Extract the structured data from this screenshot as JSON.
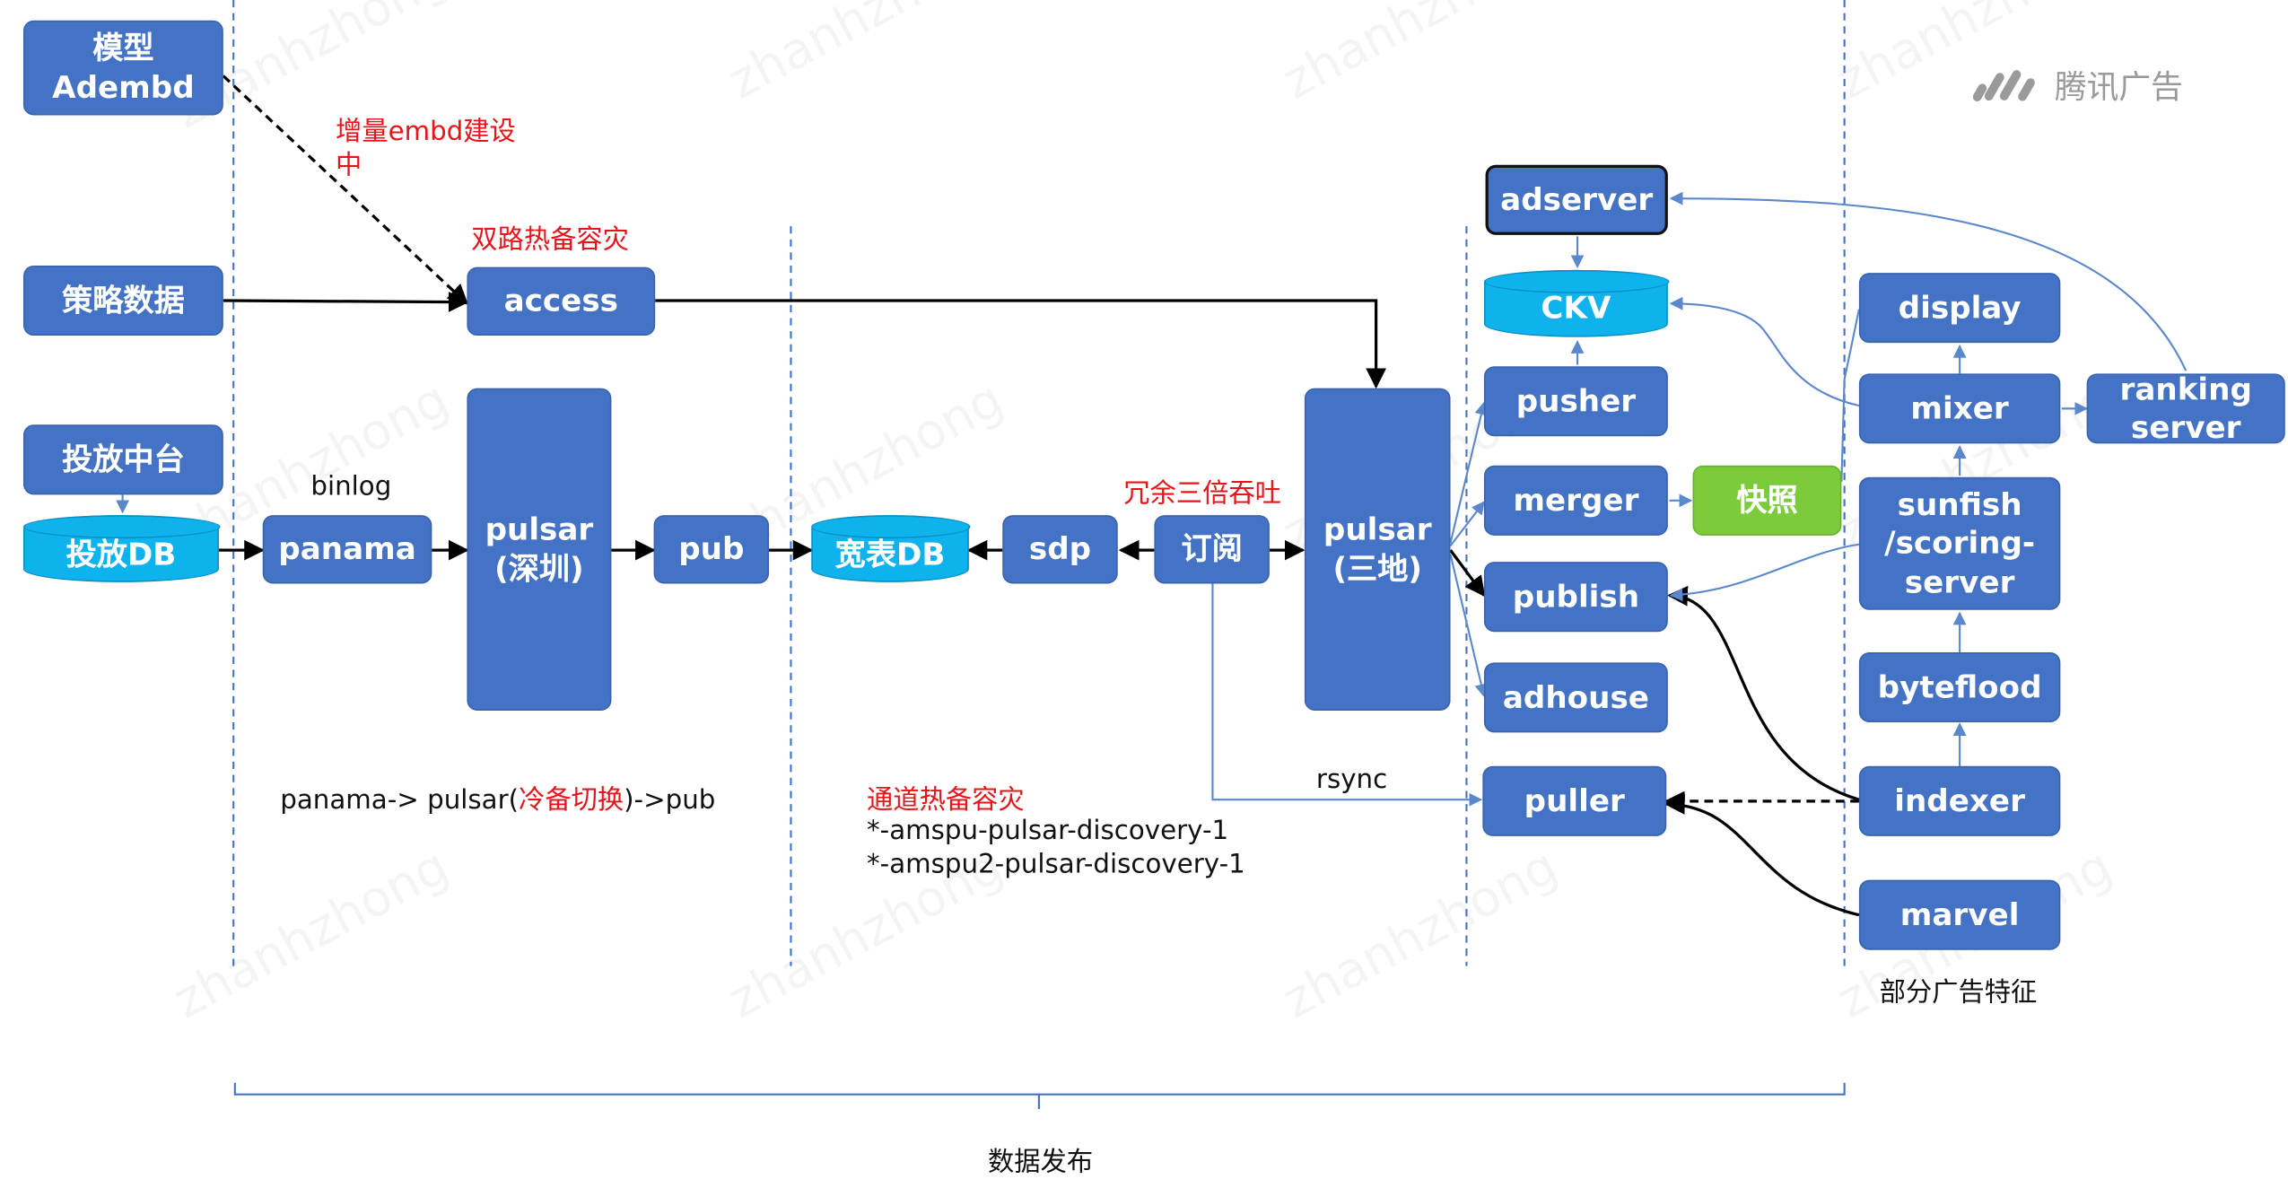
{
  "nodes": {
    "model": "模型\nAdembd",
    "strategy": "策略数据",
    "delivery_platform": "投放中台",
    "delivery_db": "投放DB",
    "panama": "panama",
    "pulsar_sz": "pulsar\n(深圳)",
    "pub": "pub",
    "wide_db": "宽表DB",
    "sdp": "sdp",
    "subscribe": "订阅",
    "access": "access",
    "pulsar_3": "pulsar\n(三地)",
    "adserver": "adserver",
    "ckv": "CKV",
    "pusher": "pusher",
    "merger": "merger",
    "snapshot": "快照",
    "publish": "publish",
    "adhouse": "adhouse",
    "puller": "puller",
    "display": "display",
    "mixer": "mixer",
    "ranking": "ranking\nserver",
    "sunfish": "sunfish\n/scoring-\nserver",
    "byteflood": "byteflood",
    "indexer": "indexer",
    "marvel": "marvel"
  },
  "labels": {
    "embd_building": "增量embd建设\n中",
    "dual_hot": "双路热备容灾",
    "binlog": "binlog",
    "redundant": "冗余三倍吞吐",
    "rsync": "rsync",
    "panama_flow_a": "panama-> pulsar(",
    "panama_flow_b": "冷备切换",
    "panama_flow_c": ")->pub",
    "channel_hot": "通道热备容灾",
    "discovery_1": "*-amspu-pulsar-discovery-1",
    "discovery_2": "*-amspu2-pulsar-discovery-1",
    "ad_features": "部分广告特征",
    "data_release": "数据发布"
  },
  "brand": {
    "name": "腾讯广告"
  },
  "watermark": "zhanhzhong",
  "colors": {
    "node": "#4472c4",
    "db": "#0eb3ee",
    "snapshot": "#7ccb3b",
    "annotation": "#e8141a",
    "divider": "#4472c4",
    "thin_link": "#5b87cc"
  }
}
